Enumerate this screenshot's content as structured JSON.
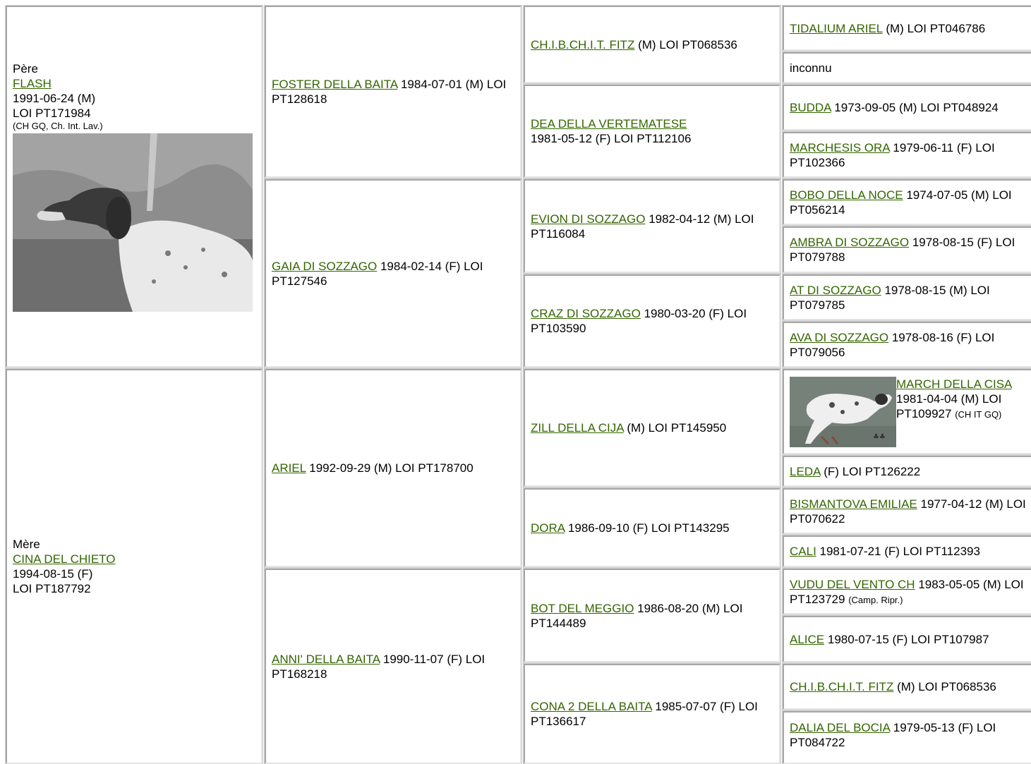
{
  "sire": {
    "role": "Père",
    "name": "FLASH",
    "date": "1991-06-24 (M)",
    "loi": "LOI PT171984",
    "titles": "(CH GQ, Ch. Int. Lav.)",
    "photo_icon": "dog-photo"
  },
  "dam": {
    "role": "Mère",
    "name": "CINA DEL CHIETO",
    "date": "1994-08-15 (F)",
    "loi": "LOI PT187792"
  },
  "gen2": [
    {
      "name": "FOSTER DELLA BAITA",
      "details": " 1984-07-01 (M) LOI PT128618"
    },
    {
      "name": "GAIA DI SOZZAGO",
      "details": " 1984-02-14 (F) LOI PT127546"
    },
    {
      "name": "ARIEL",
      "details": " 1992-09-29 (M) LOI PT178700"
    },
    {
      "name": "ANNI' DELLA BAITA",
      "details": " 1990-11-07 (F) LOI PT168218"
    }
  ],
  "gen3": [
    {
      "name": "CH.I.B.CH.I.T. FITZ",
      "details": " (M) LOI PT068536"
    },
    {
      "name": "DEA DELLA VERTEMATESE",
      "details": "1981-05-12 (F) LOI PT112106"
    },
    {
      "name": "EVION DI SOZZAGO",
      "details": " 1982-04-12 (M) LOI PT116084"
    },
    {
      "name": "CRAZ DI SOZZAGO",
      "details": " 1980-03-20 (F) LOI PT103590"
    },
    {
      "name": "ZILL DELLA CIJA",
      "details": " (M) LOI PT145950"
    },
    {
      "name": "DORA",
      "details": " 1986-09-10 (F) LOI PT143295"
    },
    {
      "name": "BOT DEL MEGGIO",
      "details": " 1986-08-20 (M) LOI PT144489"
    },
    {
      "name": "CONA 2 DELLA BAITA",
      "details": " 1985-07-07 (F) LOI PT136617"
    }
  ],
  "gen4": [
    {
      "name": "TIDALIUM ARIEL",
      "details": " (M) LOI PT046786",
      "note": ""
    },
    {
      "name": "",
      "details": "inconnu",
      "note": ""
    },
    {
      "name": "BUDDA",
      "details": " 1973-09-05 (M) LOI PT048924",
      "note": ""
    },
    {
      "name": "MARCHESIS ORA",
      "details": " 1979-06-11 (F) LOI PT102366",
      "note": ""
    },
    {
      "name": "BOBO DELLA NOCE",
      "details": " 1974-07-05 (M) LOI PT056214",
      "note": ""
    },
    {
      "name": "AMBRA DI SOZZAGO",
      "details": " 1978-08-15 (F) LOI PT079788",
      "note": ""
    },
    {
      "name": "AT DI SOZZAGO",
      "details": " 1978-08-15 (M) LOI PT079785",
      "note": ""
    },
    {
      "name": "AVA DI SOZZAGO",
      "details": " 1978-08-16 (F) LOI PT079056",
      "note": ""
    },
    {
      "name": "MARCH DELLA CISA",
      "details": " 1981-04-04 (M) LOI PT109927 ",
      "note": "(CH IT GQ)"
    },
    {
      "name": "LEDA",
      "details": " (F) LOI PT126222",
      "note": ""
    },
    {
      "name": "BISMANTOVA EMILIAE",
      "details": " 1977-04-12 (M) LOI PT070622",
      "note": ""
    },
    {
      "name": "CALI",
      "details": " 1981-07-21 (F) LOI PT112393",
      "note": ""
    },
    {
      "name": "VUDU DEL VENTO CH",
      "details": " 1983-05-05 (M) LOI PT123729 ",
      "note": "(Camp. Ripr.)"
    },
    {
      "name": "ALICE",
      "details": " 1980-07-15 (F) LOI PT107987",
      "note": ""
    },
    {
      "name": "CH.I.B.CH.I.T. FITZ",
      "details": " (M) LOI PT068536",
      "note": ""
    },
    {
      "name": "DALIA DEL BOCIA",
      "details": " 1979-05-13 (F) LOI PT084722",
      "note": ""
    }
  ]
}
